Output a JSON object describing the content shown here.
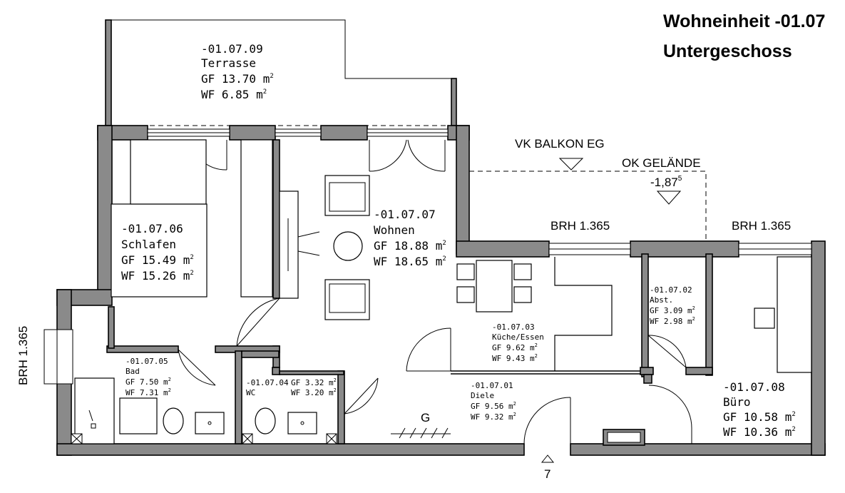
{
  "header": {
    "title_line1": "Wohneinheit -01.07",
    "title_line2": "Untergeschoss"
  },
  "rooms": [
    {
      "id": "-01.07.09",
      "name": "Terrasse",
      "gf": "GF 13.70 m",
      "wf": "WF 6.85 m"
    },
    {
      "id": "-01.07.06",
      "name": "Schlafen",
      "gf": "GF 15.49 m",
      "wf": "WF 15.26 m"
    },
    {
      "id": "-01.07.07",
      "name": "Wohnen",
      "gf": "GF 18.88 m",
      "wf": "WF 18.65 m"
    },
    {
      "id": "-01.07.03",
      "name": "Küche/Essen",
      "gf": "GF 9.62 m",
      "wf": "WF 9.43 m"
    },
    {
      "id": "-01.07.02",
      "name": "Abst.",
      "gf": "GF 3.09 m",
      "wf": "WF 2.98 m"
    },
    {
      "id": "-01.07.08",
      "name": "Büro",
      "gf": "GF 10.58 m",
      "wf": "WF 10.36 m"
    },
    {
      "id": "-01.07.05",
      "name": "Bad",
      "gf": "GF 7.50 m",
      "wf": "WF 7.31 m"
    },
    {
      "id": "-01.07.04",
      "name": "WC",
      "gf": "GF 3.32 m",
      "wf": "WF 3.20 m"
    },
    {
      "id": "-01.07.01",
      "name": "Diele",
      "gf": "GF 9.56 m",
      "wf": "WF 9.32 m"
    }
  ],
  "sup2": "2",
  "annotations": {
    "vk_balkon": "VK BALKON EG",
    "ok_gelaende": "OK GELÄNDE",
    "level": "-1,87",
    "level_sup": "5",
    "brh_kitchen": "BRH 1.365",
    "brh_office": "BRH 1.365",
    "brh_bath": "BRH 1.365",
    "wardrobe": "G",
    "entrance": "7"
  }
}
